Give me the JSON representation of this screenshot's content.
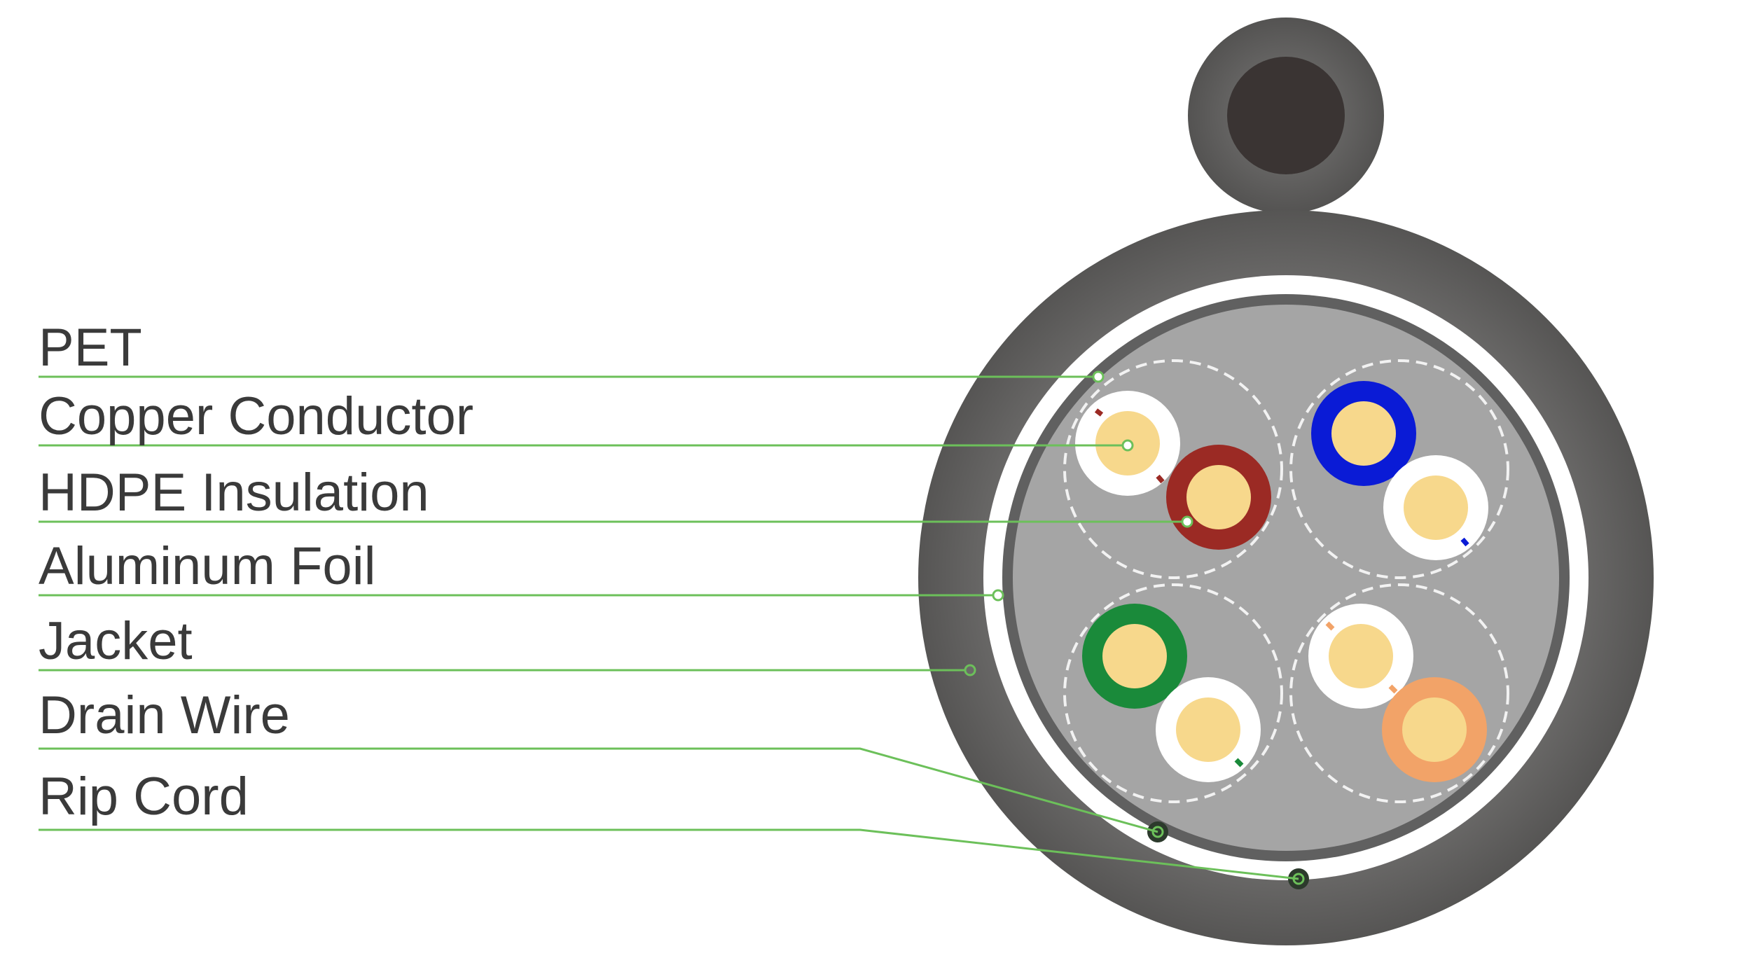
{
  "labels": [
    {
      "key": "pet",
      "text": "PET"
    },
    {
      "key": "copper",
      "text": "Copper Conductor"
    },
    {
      "key": "hdpe",
      "text": "HDPE Insulation"
    },
    {
      "key": "foil",
      "text": "Aluminum Foil"
    },
    {
      "key": "jacket",
      "text": "Jacket"
    },
    {
      "key": "drain",
      "text": "Drain Wire"
    },
    {
      "key": "rip",
      "text": "Rip Cord"
    }
  ],
  "colors": {
    "leader": "#6cc05a",
    "jacket": "#5b5a59",
    "core_fill": "#a5a5a5",
    "copper": "#f7d88c",
    "pair_colors": [
      "#9b2a24",
      "#0a1bd6",
      "#1a8a3a",
      "#f2a368"
    ]
  }
}
